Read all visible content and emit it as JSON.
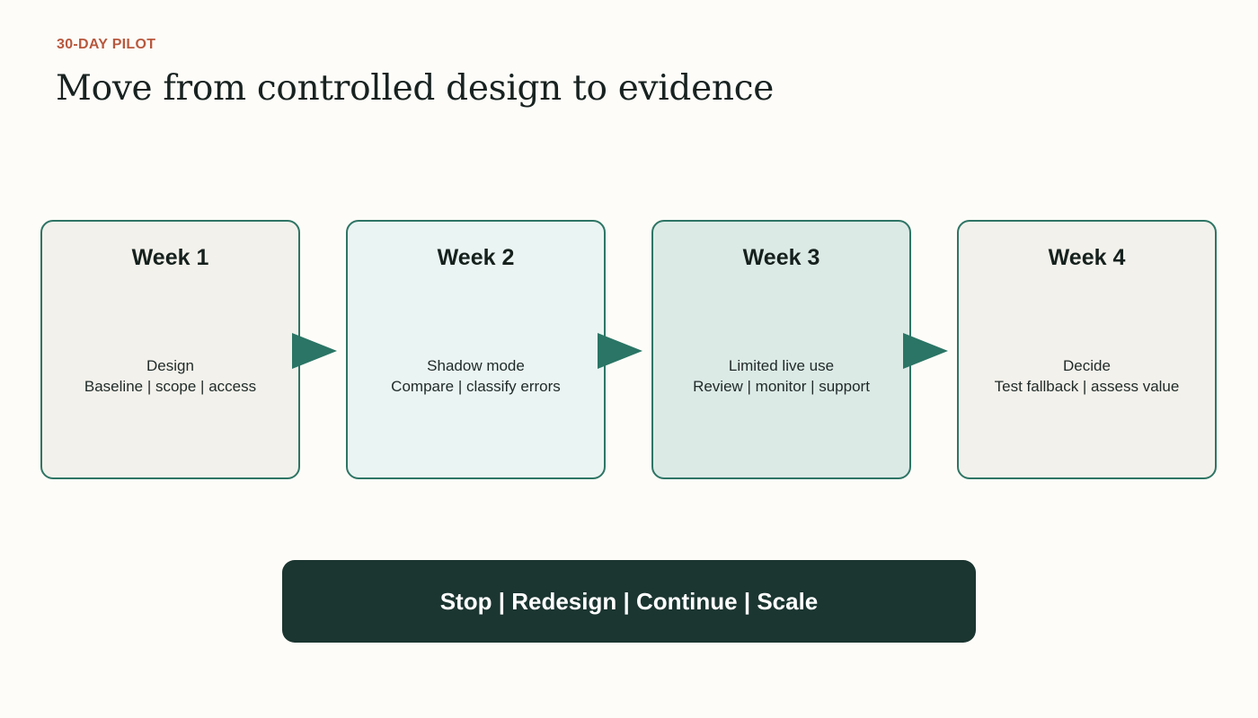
{
  "header": {
    "eyebrow": "30-DAY PILOT",
    "title": "Move from controlled design to evidence"
  },
  "weeks": [
    {
      "label": "Week 1",
      "phase": "Design",
      "details": "Baseline | scope | access",
      "fill": "#f3f1eb"
    },
    {
      "label": "Week 2",
      "phase": "Shadow mode",
      "details": "Compare | classify errors",
      "fill": "#eaf4f2"
    },
    {
      "label": "Week 3",
      "phase": "Limited live use",
      "details": "Review | monitor | support",
      "fill": "#dceae6"
    },
    {
      "label": "Week 4",
      "phase": "Decide",
      "details": "Test fallback | assess value",
      "fill": "#f3f1eb"
    }
  ],
  "decision": {
    "label": "Stop | Redesign | Continue | Scale"
  },
  "colors": {
    "accent": "#2e7565",
    "eyebrow": "#b8583e",
    "decision_bg": "#1b3530",
    "arrow": "#2a7565"
  },
  "icons": {
    "connector": "right-triangle-arrow-icon"
  }
}
